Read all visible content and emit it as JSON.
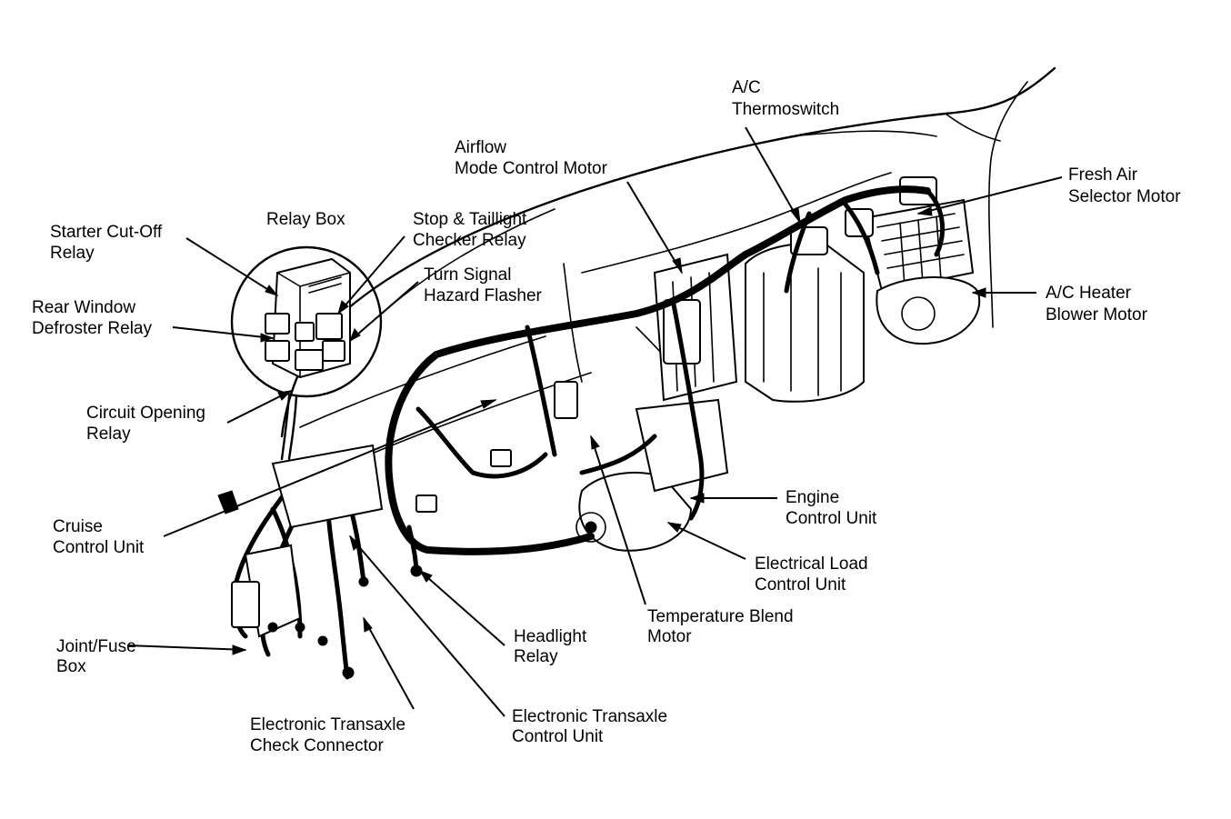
{
  "labels": {
    "ac_thermoswitch": [
      "A/C",
      "Thermoswitch"
    ],
    "airflow_mode_control_motor": [
      "Airflow",
      "Mode Control Motor"
    ],
    "fresh_air_selector_motor": [
      "Fresh Air",
      "Selector Motor"
    ],
    "relay_box": [
      "Relay Box"
    ],
    "starter_cutoff_relay": [
      "Starter Cut-Off",
      "Relay"
    ],
    "stop_taillight_checker_relay": [
      "Stop & Taillight",
      "Checker Relay"
    ],
    "turn_signal_hazard_flasher": [
      "Turn Signal",
      "Hazard Flasher"
    ],
    "rear_window_defroster_relay": [
      "Rear Window",
      "Defroster Relay"
    ],
    "ac_heater_blower_motor": [
      "A/C Heater",
      "Blower Motor"
    ],
    "circuit_opening_relay": [
      "Circuit Opening",
      "Relay"
    ],
    "engine_control_unit": [
      "Engine",
      "Control Unit"
    ],
    "cruise_control_unit": [
      "Cruise",
      "Control Unit"
    ],
    "electrical_load_control_unit": [
      "Electrical Load",
      "Control Unit"
    ],
    "temperature_blend_motor": [
      "Temperature Blend",
      "Motor"
    ],
    "headlight_relay": [
      "Headlight",
      "Relay"
    ],
    "joint_fuse_box": [
      "Joint/Fuse",
      "Box"
    ],
    "electronic_transaxle_control_unit": [
      "Electronic Transaxle",
      "Control Unit"
    ],
    "electronic_transaxle_check_connector": [
      "Electronic Transaxle",
      "Check Connector"
    ]
  }
}
